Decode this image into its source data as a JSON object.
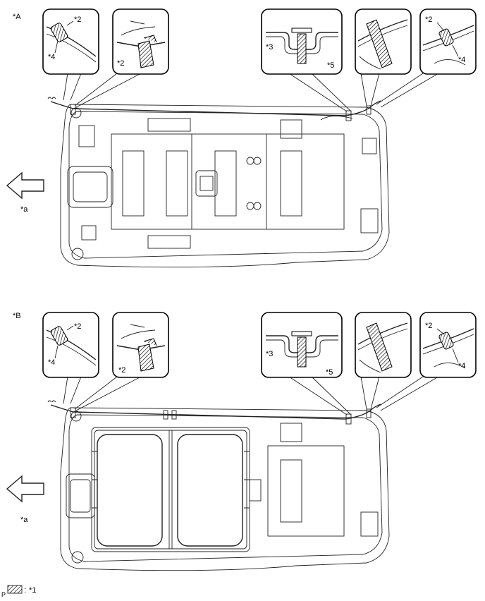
{
  "views": [
    {
      "id": "A",
      "view_label": "*A",
      "direction_label": "*a",
      "callouts": {
        "c1": {
          "top": "*2",
          "bottom": "*4"
        },
        "c2": {
          "label": "*2"
        },
        "c3": {
          "left": "*3",
          "right": "*5"
        },
        "c5": {
          "top": "*2",
          "bottom": "*4"
        }
      }
    },
    {
      "id": "B",
      "view_label": "*B",
      "direction_label": "*a",
      "callouts": {
        "c1": {
          "top": "*2",
          "bottom": "*4"
        },
        "c2": {
          "label": "*2"
        },
        "c3": {
          "left": "*3",
          "right": "*5"
        },
        "c5": {
          "top": "*2",
          "bottom": "*4"
        }
      }
    }
  ],
  "legend": {
    "prefix": "P",
    "separator": ":",
    "label": "*1"
  },
  "colors": {
    "line": "#222222",
    "hatch": "#000000",
    "background": "#ffffff"
  }
}
